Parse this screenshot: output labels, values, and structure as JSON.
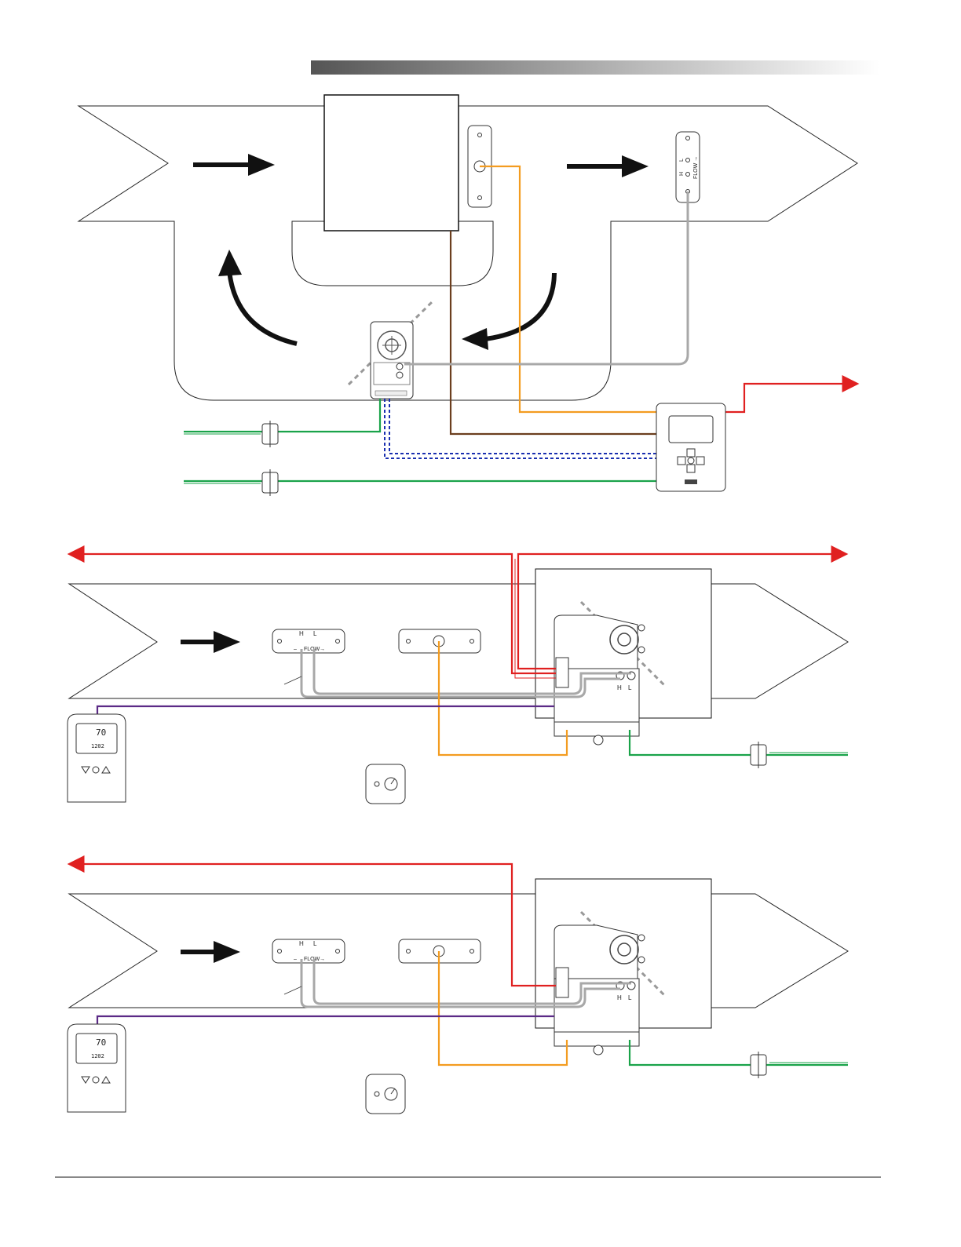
{
  "colors": {
    "red": "#e02020",
    "orange": "#f39c20",
    "brown": "#6b3e1e",
    "green": "#1aa34a",
    "blue": "#1a2fb0",
    "purple": "#5b2a86",
    "gray": "#a8a8a8",
    "black": "#111111"
  },
  "icons": {
    "arrow": "flow-arrow-icon",
    "sensor": "airflow-pickup-icon",
    "thermostat": "thermostat-icon",
    "setpoint": "setpoint-knob-icon"
  },
  "diagram1": {
    "flow_probe": {
      "h": "H",
      "l": "L",
      "flow": "FLOW →"
    }
  },
  "diagram2": {
    "flow_probe": {
      "h": "H",
      "l": "L",
      "flow": "FLOW"
    },
    "controller": {
      "h": "H",
      "l": "L"
    },
    "thermostat": {
      "temp": "70",
      "sub": "1202"
    }
  },
  "diagram3": {
    "flow_probe": {
      "h": "H",
      "l": "L",
      "flow": "FLOW"
    },
    "controller": {
      "h": "H",
      "l": "L"
    },
    "thermostat": {
      "temp": "70",
      "sub": "1202"
    }
  }
}
